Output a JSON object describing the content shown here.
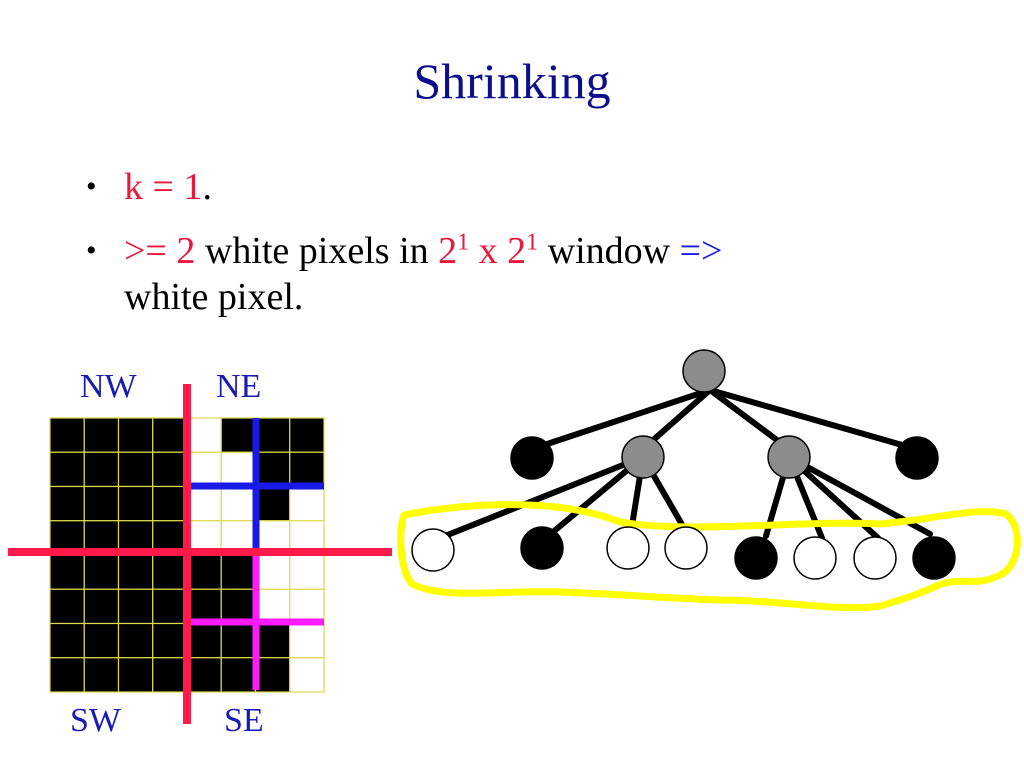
{
  "slide": {
    "title": "Shrinking",
    "bullet1": {
      "k": "k = 1",
      "period": "."
    },
    "bullet2": {
      "op": ">= 2",
      "t1": " white pixels in ",
      "b1": "2",
      "e1": "1",
      "times": " x ",
      "b2": "2",
      "e2": "1",
      "t2": " window ",
      "arrow": "=>",
      "t3": "white pixel."
    }
  },
  "quadrants": {
    "nw": "NW",
    "ne": "NE",
    "sw": "SW",
    "se": "SE"
  },
  "colors": {
    "title": "#0d0d8f",
    "accent_red": "#e8193c",
    "accent_blue": "#1a1ae6",
    "magenta": "#ff1aff",
    "grid_line": "#e0d84a",
    "highlight": "#ffff00",
    "gray_node": "#8c8c8c"
  },
  "grid": {
    "rows": 8,
    "cols": 8,
    "cells": [
      [
        1,
        1,
        1,
        1,
        0,
        1,
        1,
        1
      ],
      [
        1,
        1,
        1,
        1,
        0,
        0,
        1,
        1
      ],
      [
        1,
        1,
        1,
        1,
        0,
        0,
        1,
        0
      ],
      [
        1,
        1,
        1,
        1,
        0,
        0,
        0,
        0
      ],
      [
        1,
        1,
        1,
        1,
        1,
        1,
        0,
        0
      ],
      [
        1,
        1,
        1,
        1,
        1,
        1,
        0,
        0
      ],
      [
        1,
        1,
        1,
        1,
        1,
        1,
        1,
        0
      ],
      [
        1,
        1,
        1,
        1,
        1,
        1,
        1,
        0
      ]
    ]
  },
  "tree": {
    "root": "gray",
    "level1": [
      "black",
      "gray",
      "gray",
      "black"
    ],
    "level2": [
      "white",
      "black",
      "white",
      "white",
      "black",
      "white",
      "white",
      "black"
    ]
  }
}
